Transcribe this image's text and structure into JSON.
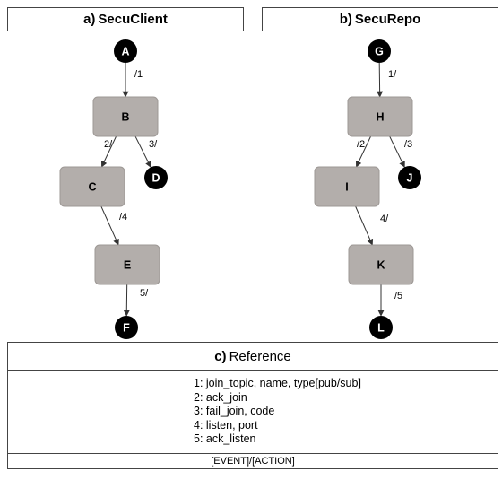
{
  "panels": {
    "a": {
      "prefix": "a)",
      "title": "SecuClient"
    },
    "b": {
      "prefix": "b)",
      "title": "SecuRepo"
    },
    "c": {
      "prefix": "c)",
      "title": "Reference"
    }
  },
  "diagram_a": {
    "nodes": [
      {
        "id": "A",
        "kind": "terminal"
      },
      {
        "id": "B",
        "kind": "state"
      },
      {
        "id": "C",
        "kind": "state"
      },
      {
        "id": "D",
        "kind": "terminal"
      },
      {
        "id": "E",
        "kind": "state"
      },
      {
        "id": "F",
        "kind": "terminal"
      }
    ],
    "edges": [
      {
        "from": "A",
        "to": "B",
        "label": "/1"
      },
      {
        "from": "B",
        "to": "C",
        "label": "2/"
      },
      {
        "from": "B",
        "to": "D",
        "label": "3/"
      },
      {
        "from": "C",
        "to": "E",
        "label": "/4"
      },
      {
        "from": "E",
        "to": "F",
        "label": "5/"
      }
    ]
  },
  "diagram_b": {
    "nodes": [
      {
        "id": "G",
        "kind": "terminal"
      },
      {
        "id": "H",
        "kind": "state"
      },
      {
        "id": "I",
        "kind": "state"
      },
      {
        "id": "J",
        "kind": "terminal"
      },
      {
        "id": "K",
        "kind": "state"
      },
      {
        "id": "L",
        "kind": "terminal"
      }
    ],
    "edges": [
      {
        "from": "G",
        "to": "H",
        "label": "1/"
      },
      {
        "from": "H",
        "to": "I",
        "label": "/2"
      },
      {
        "from": "H",
        "to": "J",
        "label": "/3"
      },
      {
        "from": "I",
        "to": "K",
        "label": "4/"
      },
      {
        "from": "K",
        "to": "L",
        "label": "/5"
      }
    ]
  },
  "reference": {
    "items": [
      "1: join_topic, name, type[pub/sub]",
      "2: ack_join",
      "3: fail_join, code",
      "4: listen, port",
      "5: ack_listen"
    ],
    "footer": "[EVENT]/[ACTION]"
  },
  "colors": {
    "state_fill": "#b3aeab",
    "state_stroke": "#9d9895",
    "terminal_fill": "#000000",
    "terminal_text": "#ffffff",
    "edge": "#333333"
  }
}
